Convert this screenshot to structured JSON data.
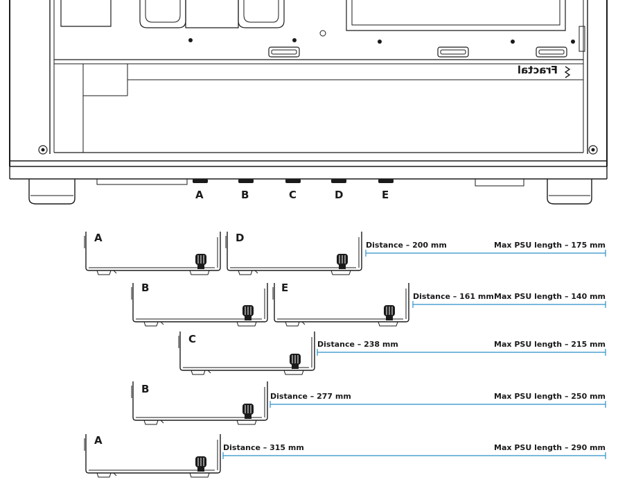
{
  "case": {
    "brand": "Fractal",
    "position_labels": [
      "A",
      "B",
      "C",
      "D",
      "E"
    ]
  },
  "configurations": [
    {
      "brackets": [
        "A",
        "D"
      ],
      "distance": "Distance – 200 mm",
      "max_psu": "Max PSU length – 175 mm"
    },
    {
      "brackets": [
        "B",
        "E"
      ],
      "distance": "Distance – 161 mm",
      "max_psu": "Max PSU length – 140 mm"
    },
    {
      "brackets": [
        "C"
      ],
      "distance": "Distance – 238 mm",
      "max_psu": "Max PSU length – 215 mm"
    },
    {
      "brackets": [
        "B"
      ],
      "distance": "Distance – 277 mm",
      "max_psu": "Max PSU length – 250 mm"
    },
    {
      "brackets": [
        "A"
      ],
      "distance": "Distance – 315 mm",
      "max_psu": "Max PSU length – 290 mm"
    }
  ],
  "colors": {
    "line": "#1a1a1a",
    "measure": "#2a8fc9"
  }
}
